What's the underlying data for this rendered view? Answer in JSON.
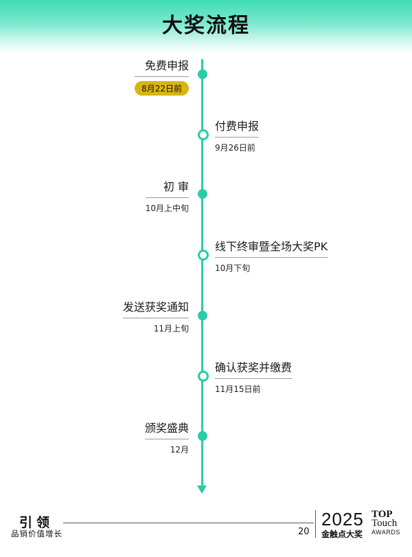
{
  "title": "大奖流程",
  "events": [
    {
      "title": "免费申报",
      "date": "8月22日前"
    },
    {
      "title": "付费申报",
      "date": "9月26日前"
    },
    {
      "title": "初 审",
      "date": "10月上中旬"
    },
    {
      "title": "线下终审暨全场大奖PK",
      "date": "10月下旬"
    },
    {
      "title": "发送获奖通知",
      "date": "11月上旬"
    },
    {
      "title": "确认获奖并缴费",
      "date": "11月15日前"
    },
    {
      "title": "颁奖盛典",
      "date": "12月"
    }
  ],
  "footer": {
    "brand": "引领",
    "subtitle": "品销价值增长",
    "page": "20",
    "year": "2025",
    "award": "金触点大奖",
    "logo_top": "TOP",
    "logo_touch": "Touch",
    "logo_awards": "AWARDS"
  },
  "colors": {
    "accent": "#2bcba9",
    "badge": "#d9b512",
    "header_gradient_start": "#3fdcb4"
  }
}
